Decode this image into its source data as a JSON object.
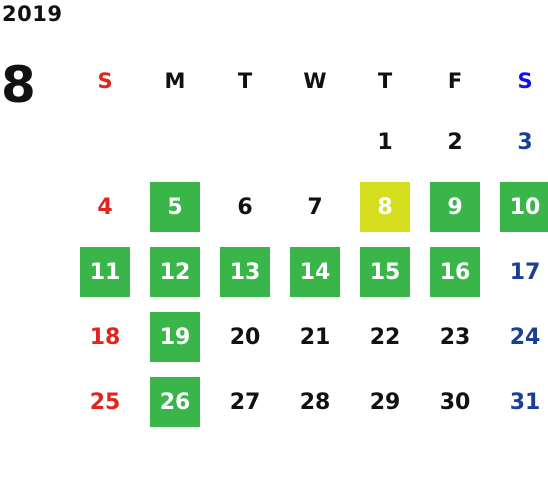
{
  "calendar": {
    "year": "2019",
    "month": "8",
    "weekdays": [
      "S",
      "M",
      "T",
      "W",
      "T",
      "F",
      "S"
    ],
    "colors": {
      "sunday": "#e3231e",
      "saturday": "#1b3f94",
      "saturday_header": "#1414e6",
      "highlight_green": "#3ab54a",
      "highlight_yellow": "#d5df1f",
      "text": "#111111"
    },
    "weeks": [
      [
        "",
        "",
        "",
        "",
        "1",
        "2",
        "3"
      ],
      [
        "4",
        "5",
        "6",
        "7",
        "8",
        "9",
        "10"
      ],
      [
        "11",
        "12",
        "13",
        "14",
        "15",
        "16",
        "17"
      ],
      [
        "18",
        "19",
        "20",
        "21",
        "22",
        "23",
        "24"
      ],
      [
        "25",
        "26",
        "27",
        "28",
        "29",
        "30",
        "31"
      ]
    ],
    "highlighted_green": [
      "5",
      "9",
      "10",
      "11",
      "12",
      "13",
      "14",
      "15",
      "16",
      "19",
      "26"
    ],
    "highlighted_yellow": [
      "8"
    ]
  }
}
